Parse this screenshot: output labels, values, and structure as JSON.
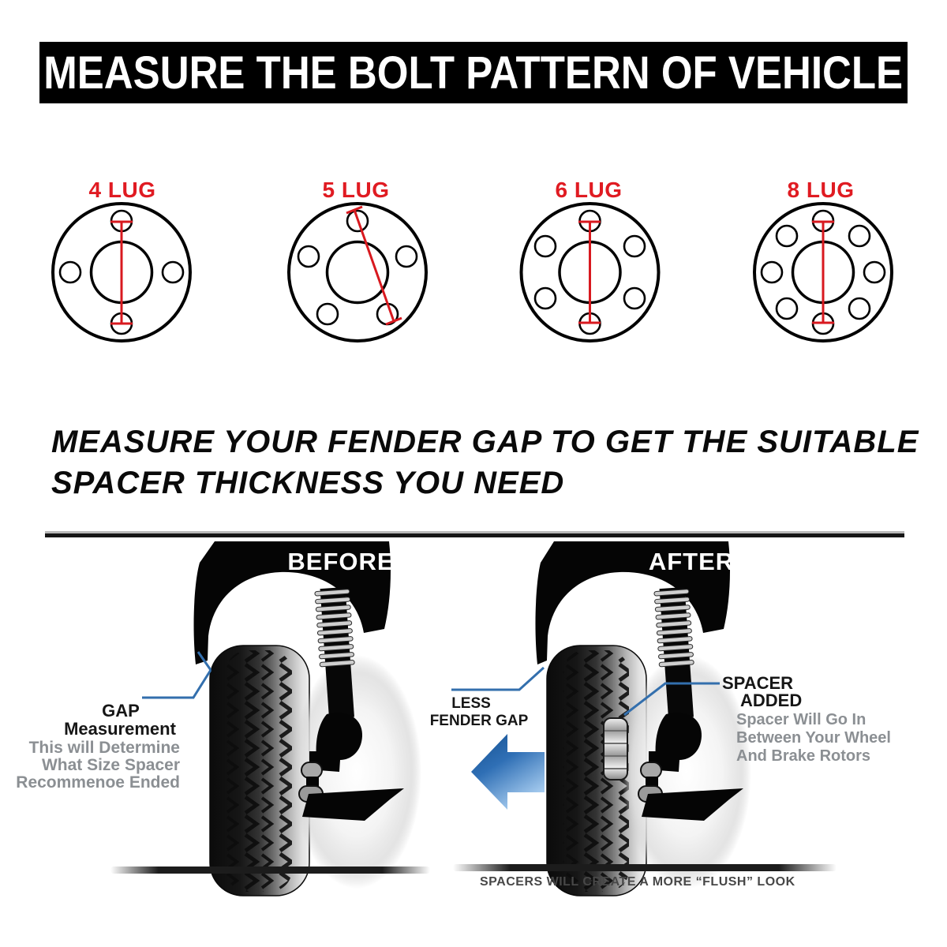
{
  "colors": {
    "accent_red": "#e01b22",
    "leader_blue": "#336fad",
    "arrow_blue": "#2f6fb5",
    "text_gray": "#8b8f93",
    "header_bg": "#000000",
    "header_text": "#ffffff"
  },
  "header": {
    "title": "MEASURE THE BOLT PATTERN OF VEHICLE"
  },
  "lugs": {
    "items": [
      {
        "label": "4 LUG"
      },
      {
        "label": "5 LUG"
      },
      {
        "label": "6 LUG"
      },
      {
        "label": "8 LUG"
      }
    ]
  },
  "subtitle": {
    "line1": "MEASURE YOUR FENDER GAP TO GET THE SUITABLE",
    "line2": "SPACER THICKNESS YOU NEED"
  },
  "comparison": {
    "before": {
      "title": "BEFORE",
      "gap_label_line1": "GAP",
      "gap_label_line2": "Measurement",
      "desc": [
        "This will Determine",
        "What Size Spacer",
        "Recommenoe Ended"
      ]
    },
    "after": {
      "title": "AFTER",
      "gap_label_line1": "LESS",
      "gap_label_line2": "FENDER GAP",
      "spacer_label_line1": "SPACER",
      "spacer_label_line2": "ADDED",
      "desc": [
        "Spacer Will Go In",
        "Between Your Wheel",
        "And Brake Rotors"
      ]
    },
    "caption": "SPACERS WILL CREATE A MORE “FLUSH” LOOK"
  }
}
